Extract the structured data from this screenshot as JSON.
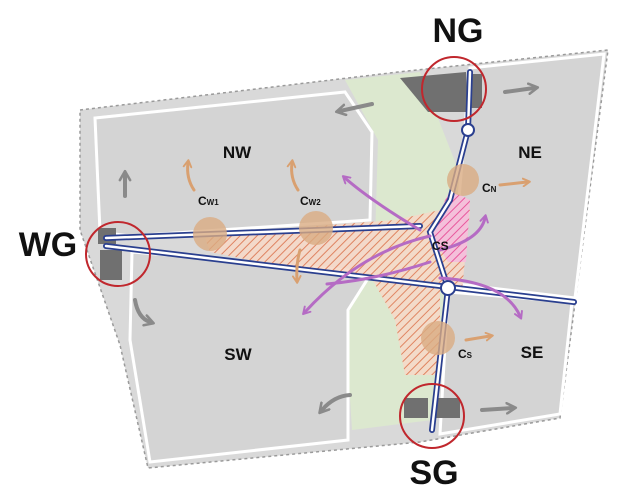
{
  "gates": {
    "north": "NG",
    "west": "WG",
    "south": "SG"
  },
  "zones": {
    "northwest": "NW",
    "northeast": "NE",
    "southwest": "SW",
    "southeast": "SE"
  },
  "centers": {
    "west1": {
      "main": "C",
      "sub": "W1"
    },
    "west2": {
      "main": "C",
      "sub": "W2"
    },
    "north": {
      "main": "C",
      "sub": "N"
    },
    "middle": {
      "main": "C",
      "sub": "S"
    },
    "south": {
      "main": "C",
      "sub": "S"
    }
  },
  "colors": {
    "block": "#d4d4d4",
    "green_corridor": "#dce8cf",
    "road": "#2a3f8f",
    "gate_ring": "#c0272d",
    "center_node": "#d9ab82",
    "expansion_arrow": "#8a8a8a",
    "center_arrow": "#d9a070",
    "flow_arrow": "#b56bc4",
    "hatch": "#e07a55",
    "hatch_core": "#e8569c"
  }
}
